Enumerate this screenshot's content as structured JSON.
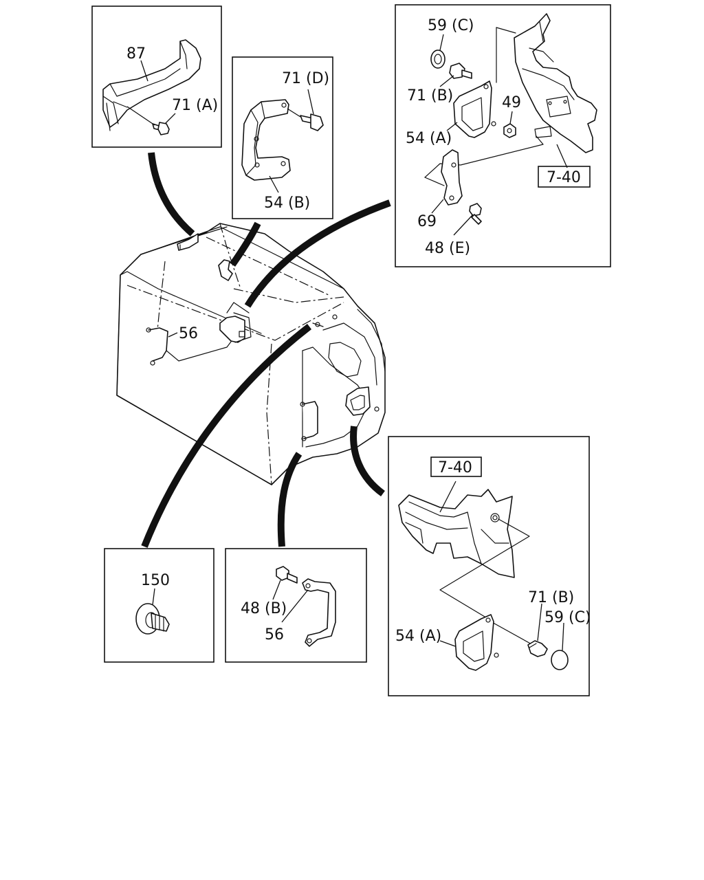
{
  "callouts": {
    "p87": "87",
    "p71a": "71 (A)",
    "p71d": "71 (D)",
    "p54b": "54 (B)",
    "p59c_top": "59 (C)",
    "p71b_top": "71 (B)",
    "p49": "49",
    "p54a_top": "54 (A)",
    "ref740_top": "7-40",
    "p69": "69",
    "p48e": "48 (E)",
    "p56_main": "56",
    "ref740_bottom": "7-40",
    "p71b_bottom": "71 (B)",
    "p59c_bottom": "59 (C)",
    "p54a_bottom": "54 (A)",
    "p150": "150",
    "p48b": "48 (B)",
    "p56_detail": "56"
  }
}
